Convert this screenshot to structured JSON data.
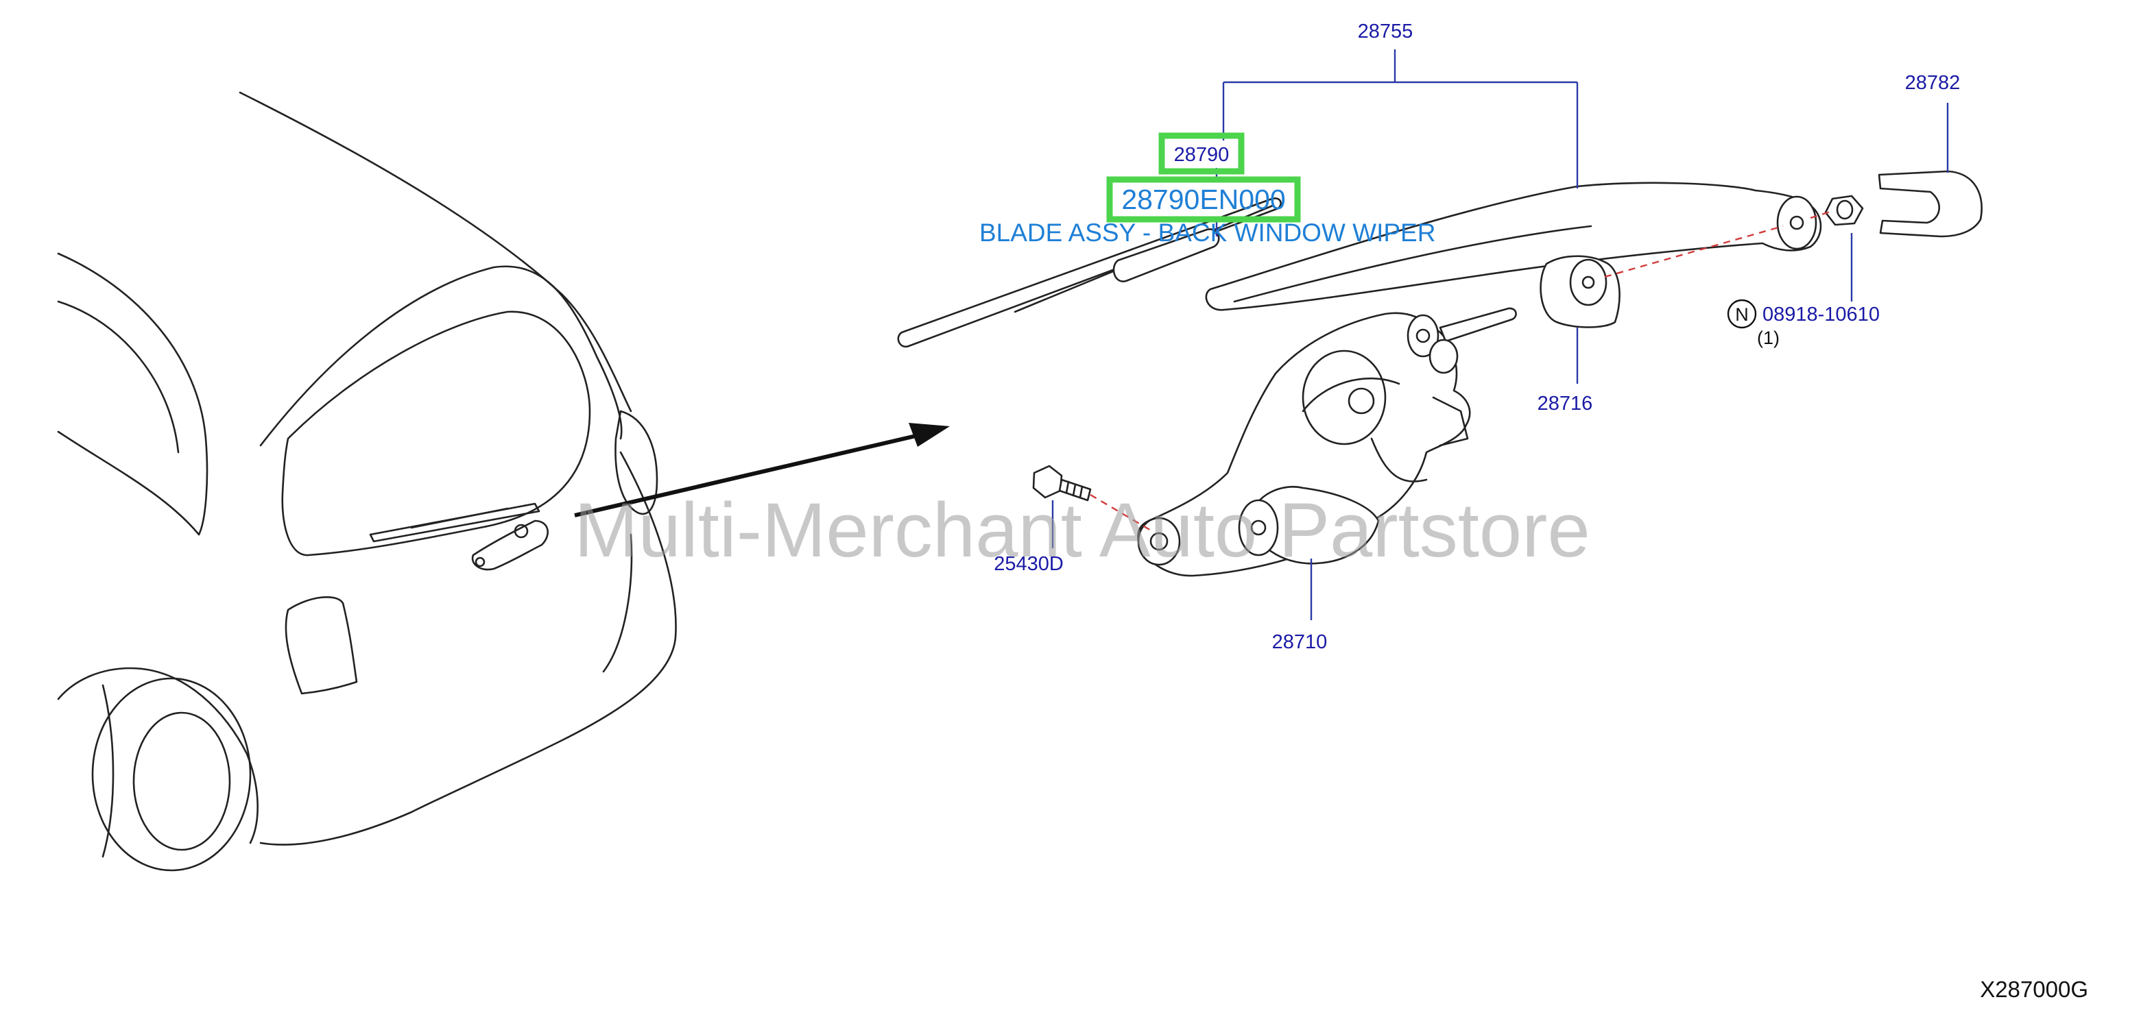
{
  "parts": {
    "arm_assembly": "28755",
    "cap": "28782",
    "blade": "28790",
    "selected_part_number": "28790EN000",
    "selected_description": "BLADE ASSY - BACK WINDOW WIPER",
    "nut": "08918-10610",
    "nut_symbol": "N",
    "nut_quantity": "(1)",
    "seal": "28716",
    "bolt": "25430D",
    "motor": "28710"
  },
  "figure_code": "X287000G",
  "watermark": "Multi-Merchant Auto Partstore",
  "colors": {
    "callout": "#1a1aa6",
    "highlight": "#4cd44c",
    "description": "#1e7fd6",
    "dashed_axis": "#d23b3b"
  }
}
